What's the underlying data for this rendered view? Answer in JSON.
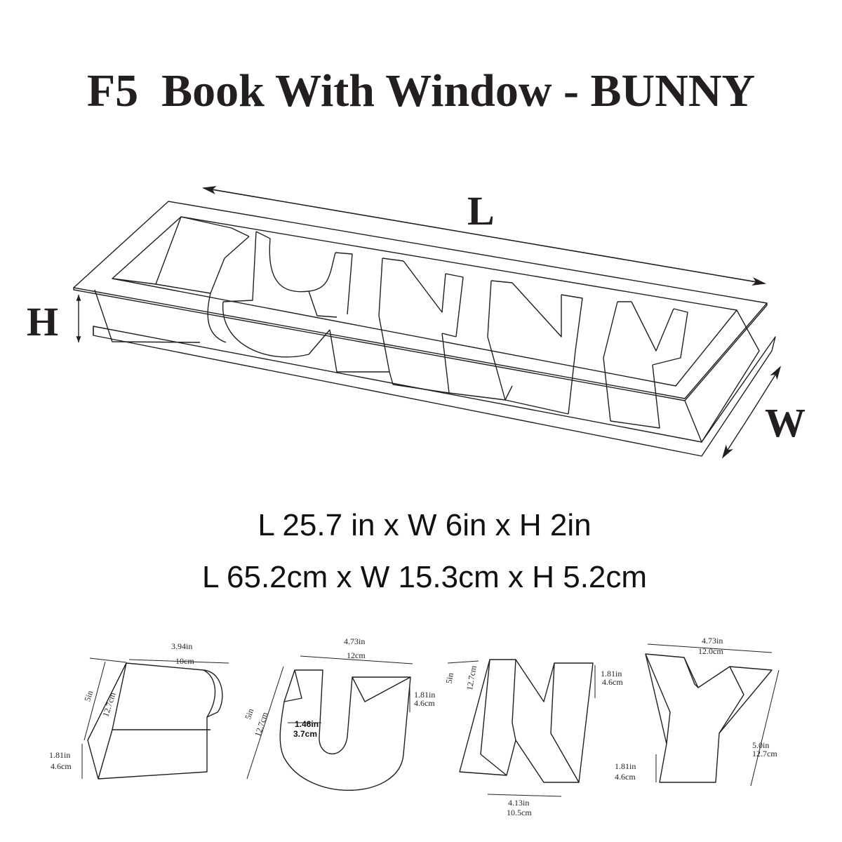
{
  "title": "F5  Book With Window - BUNNY",
  "diagram": {
    "length_label": "L",
    "width_label": "W",
    "height_label": "H"
  },
  "dimensions": {
    "imperial": "L 25.7 in x W 6in x H 2in",
    "metric": "L 65.2cm x W 15.3cm x H 5.2cm"
  },
  "letters": [
    {
      "letter": "B",
      "top_width": "3.94in",
      "top_width_cm": "10cm",
      "height": "5in",
      "height_cm": "12.7cm",
      "depth": "1.81in",
      "depth_cm": "4.6cm"
    },
    {
      "letter": "U",
      "top_width": "4.73in",
      "top_width_cm": "12cm",
      "height": "5in",
      "height_cm": "12.7cm",
      "depth": "1.81in",
      "depth_cm": "4.6cm",
      "inner_gap": "1.46in",
      "inner_gap_cm": "3.7cm"
    },
    {
      "letter": "N",
      "height": "5in",
      "height_cm": "12.7cm",
      "depth": "1.81in",
      "depth_cm": "4.6cm",
      "bottom_width": "4.13in",
      "bottom_width_cm": "10.5cm"
    },
    {
      "letter": "Y",
      "top_width": "4.73in",
      "top_width_cm": "12.0cm",
      "height": "5.0in",
      "height_cm": "12.7cm",
      "depth": "1.81in",
      "depth_cm": "4.6cm"
    }
  ]
}
